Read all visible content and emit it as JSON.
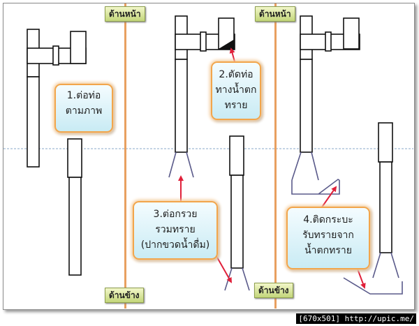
{
  "labels": {
    "front_1": "ด้านหน้า",
    "front_2": "ด้านหน้า",
    "side_1": "ด้านข้าง",
    "side_2": "ด้านข้าง"
  },
  "steps": [
    {
      "lines": [
        "1.ต่อท่อ",
        "ตามภาพ"
      ]
    },
    {
      "lines": [
        "2.ตัดท่อ",
        "ทางน้ำตก",
        "ทราย"
      ]
    },
    {
      "lines": [
        "3.ต่อกรวย",
        "รวมทราย",
        "(ปากขวดน้ำดื่ม)"
      ]
    },
    {
      "lines": [
        "4.ติดกระบะ",
        "รับทรายจาก",
        "น้ำตกทราย"
      ]
    }
  ],
  "footer": "[670x501] http://upic.me/",
  "colors": {
    "divider": "#e8a060",
    "guide": "#8aa8c8",
    "arrow": "#e0203a",
    "funnel": "#5a5a8a",
    "callout_border": "#f2a54b",
    "tag_fill": "#c3d67a"
  }
}
